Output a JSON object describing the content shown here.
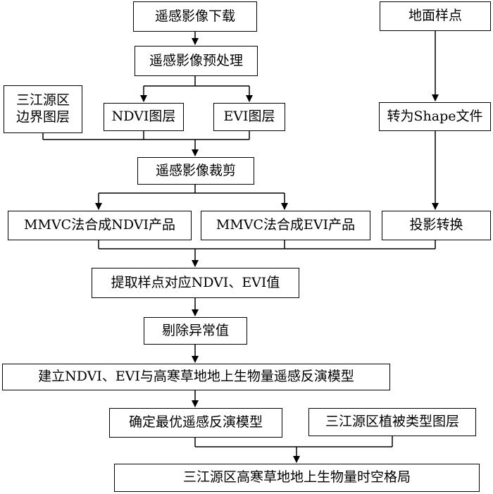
{
  "nodes": {
    "download": "遥感影像下载",
    "preprocess": "遥感影像预处理",
    "boundary_line1": "三江源区",
    "boundary_line2": "边界图层",
    "ndvi_layer": "NDVI图层",
    "evi_layer": "EVI图层",
    "crop": "遥感影像裁剪",
    "mmvc_ndvi": "MMVC法合成NDVI产品",
    "mmvc_evi": "MMVC法合成EVI产品",
    "ground_samples": "地面样点",
    "to_shape": "转为Shape文件",
    "projection": "投影转换",
    "extract": "提取样点对应NDVI、EVI值",
    "remove_outliers": "剔除异常值",
    "build_model": "建立NDVI、EVI与高寒草地地上生物量遥感反演模型",
    "best_model": "确定最优遥感反演模型",
    "vegetation_layer": "三江源区植被类型图层",
    "result": "三江源区高寒草地地上生物量时空格局"
  },
  "colors": {
    "line": "#000000",
    "box_border": "#000000",
    "text": "#000000",
    "background": "#ffffff"
  }
}
